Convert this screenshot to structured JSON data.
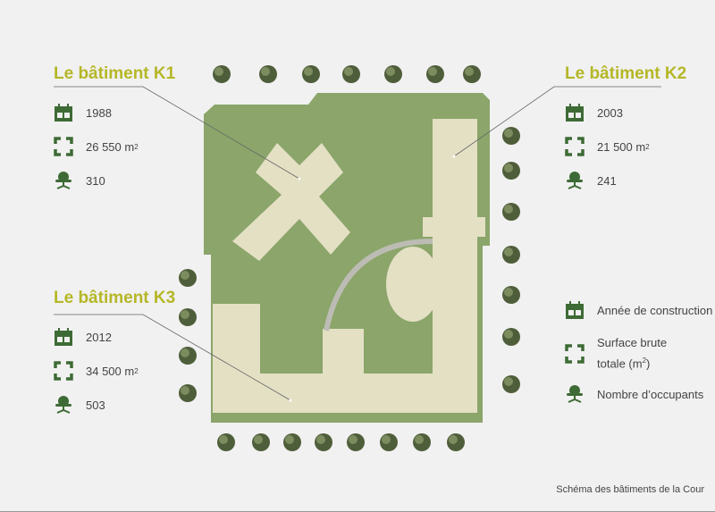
{
  "buildings": [
    {
      "title": "Le bâtiment K1",
      "year": "1988",
      "surface": "26 550 m",
      "occupants": "310"
    },
    {
      "title": "Le bâtiment K2",
      "year": "2003",
      "surface": "21 500 m",
      "occupants": "241"
    },
    {
      "title": "Le bâtiment K3",
      "year": "2012",
      "surface": "34 500 m",
      "occupants": "503"
    }
  ],
  "legend": {
    "year": "Année de construction",
    "surface_l1": "Surface brute",
    "surface_l2": "totale (m",
    "surface_l2_end": ")",
    "occupants": "Nombre d’occupants",
    "sup": "2"
  },
  "caption": "Schéma des bâtiments de la Cour",
  "colors": {
    "accent": "#b5b727",
    "icon": "#3e6b35",
    "ground": "#8ba56a",
    "building": "#e3e0c4"
  }
}
